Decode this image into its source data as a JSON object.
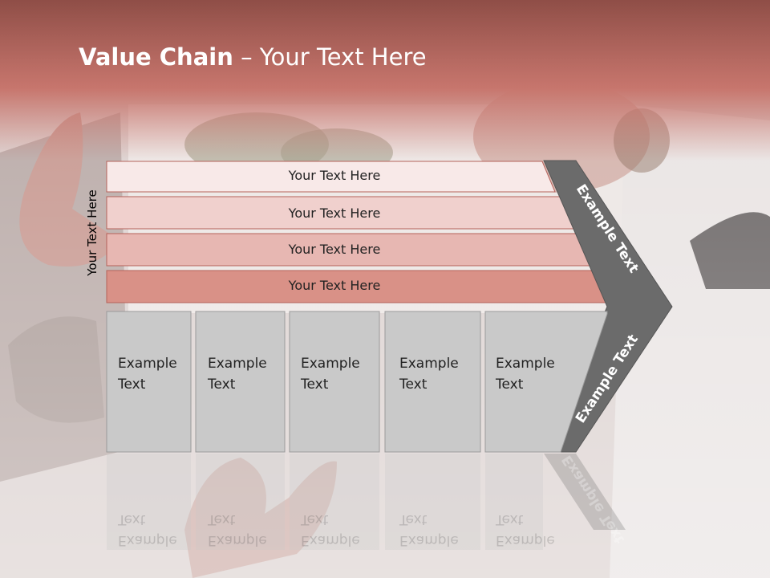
{
  "slide": {
    "title_bold": "Value Chain",
    "title_rest": " – Your Text Here",
    "side_label": "Your Text Here"
  },
  "bars": [
    {
      "label": "Your Text Here",
      "color": "#f8e9e8"
    },
    {
      "label": "Your Text Here",
      "color": "#f0d0cd"
    },
    {
      "label": "Your Text Here",
      "color": "#e7b7b2"
    },
    {
      "label": "Your Text Here",
      "color": "#d99187"
    }
  ],
  "boxes": [
    {
      "text": "Example\nText"
    },
    {
      "text": "Example\nText"
    },
    {
      "text": "Example\nText"
    },
    {
      "text": "Example\nText"
    },
    {
      "text": "Example\nText"
    }
  ],
  "chevron": {
    "upper_text": "Example Text",
    "lower_text": "Example Text",
    "color": "#6b6b6b"
  },
  "colors": {
    "header_band": "#c06a62",
    "box_fill": "#c9c9c9",
    "box_stroke": "#9a9a9a"
  }
}
